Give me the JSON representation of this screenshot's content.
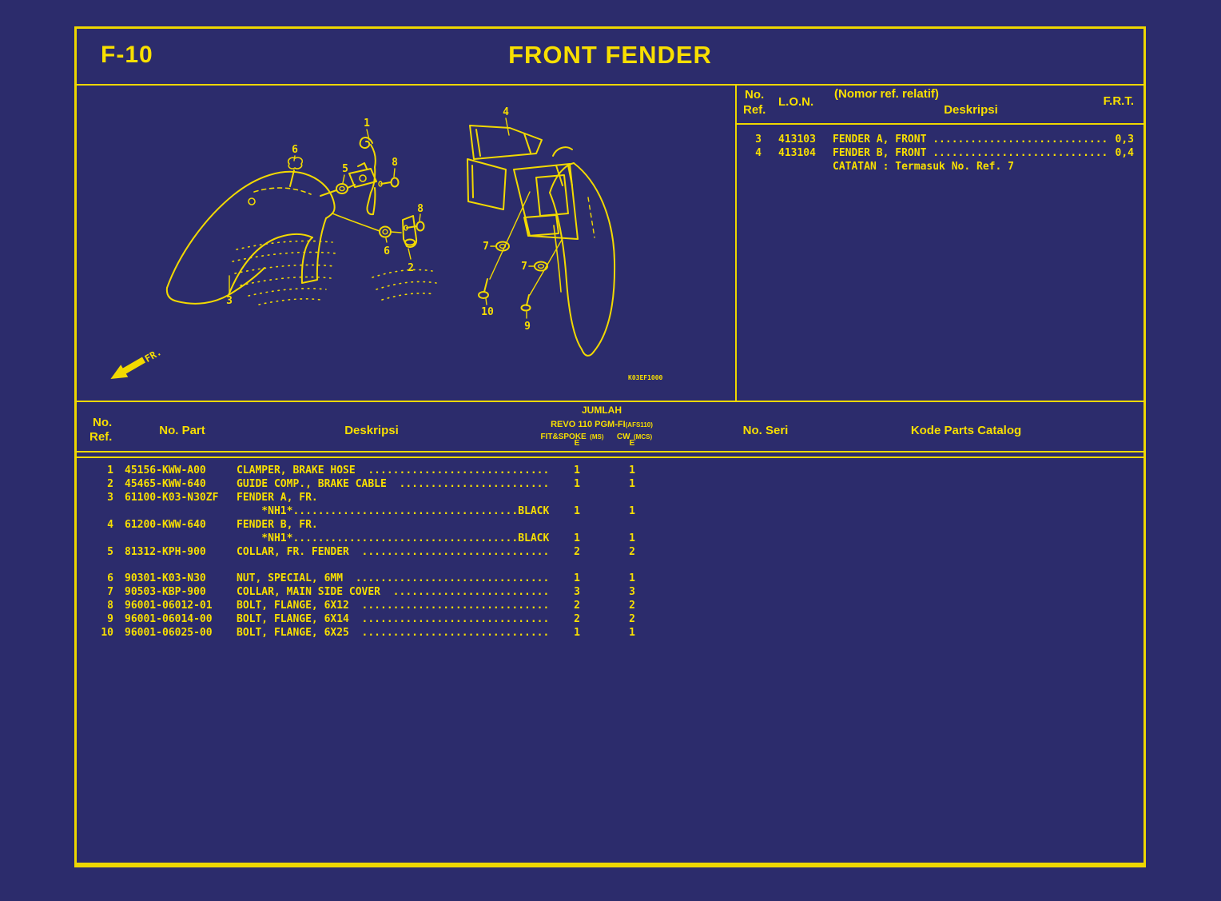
{
  "page": {
    "code": "F-10",
    "title": "FRONT FENDER",
    "fr_label": "FR.",
    "diagram_code": "K03EF1000"
  },
  "colors": {
    "background": "#2c2c6c",
    "accent": "#f8df00"
  },
  "ref_table": {
    "header": {
      "no": "No.",
      "ref": "Ref.",
      "lon": "L.O.N.",
      "relative_note": "(Nomor ref. relatif)",
      "deskripsi": "Deskripsi",
      "frt": "F.R.T."
    },
    "rows": [
      {
        "ref": "3",
        "lon": "413103",
        "desc": "FENDER A, FRONT ............................",
        "frt": "0,3"
      },
      {
        "ref": "4",
        "lon": "413104",
        "desc": "FENDER B, FRONT ............................",
        "frt": "0,4"
      }
    ],
    "note": "CATATAN : Termasuk No. Ref. 7"
  },
  "parts_table": {
    "header": {
      "no": "No.",
      "ref": "Ref.",
      "no_part": "No. Part",
      "deskripsi": "Deskripsi",
      "jumlah": "JUMLAH",
      "model": "REVO 110 PGM-FI",
      "model_code": "(AFS110)",
      "col1": "FIT&SPOKE",
      "col1_code": "(MS)",
      "col2": "CW",
      "col2_code": "(MCS)",
      "col1_sub": "E",
      "col2_sub": "E",
      "no_seri": "No. Seri",
      "kode_parts": "Kode Parts Catalog"
    },
    "rows": [
      {
        "ref": "1",
        "part": "45156-KWW-A00",
        "desc": "CLAMPER, BRAKE HOSE  .............................",
        "q1": "1",
        "q2": "1"
      },
      {
        "ref": "2",
        "part": "45465-KWW-640",
        "desc": "GUIDE COMP., BRAKE CABLE  ........................",
        "q1": "1",
        "q2": "1"
      },
      {
        "ref": "3",
        "part": "61100-K03-N30ZF",
        "desc": "FENDER A, FR.",
        "q1": "",
        "q2": ""
      },
      {
        "ref": "",
        "part": "",
        "desc": "    *NH1*....................................BLACK",
        "q1": "1",
        "q2": "1"
      },
      {
        "ref": "4",
        "part": "61200-KWW-640",
        "desc": "FENDER B, FR.",
        "q1": "",
        "q2": ""
      },
      {
        "ref": "",
        "part": "",
        "desc": "    *NH1*....................................BLACK",
        "q1": "1",
        "q2": "1"
      },
      {
        "ref": "5",
        "part": "81312-KPH-900",
        "desc": "COLLAR, FR. FENDER  ..............................",
        "q1": "2",
        "q2": "2"
      },
      {
        "ref": "6",
        "part": "90301-K03-N30",
        "desc": "NUT, SPECIAL, 6MM  ...............................",
        "q1": "1",
        "q2": "1"
      },
      {
        "ref": "7",
        "part": "90503-KBP-900",
        "desc": "COLLAR, MAIN SIDE COVER  .........................",
        "q1": "3",
        "q2": "3"
      },
      {
        "ref": "8",
        "part": "96001-06012-01",
        "desc": "BOLT, FLANGE, 6X12  ..............................",
        "q1": "2",
        "q2": "2"
      },
      {
        "ref": "9",
        "part": "96001-06014-00",
        "desc": "BOLT, FLANGE, 6X14  ..............................",
        "q1": "2",
        "q2": "2"
      },
      {
        "ref": "10",
        "part": "96001-06025-00",
        "desc": "BOLT, FLANGE, 6X25  ..............................",
        "q1": "1",
        "q2": "1"
      }
    ]
  },
  "diagram": {
    "callouts": [
      "1",
      "6",
      "5",
      "8",
      "8",
      "6",
      "2",
      "3",
      "4",
      "7",
      "7",
      "10",
      "9"
    ]
  }
}
